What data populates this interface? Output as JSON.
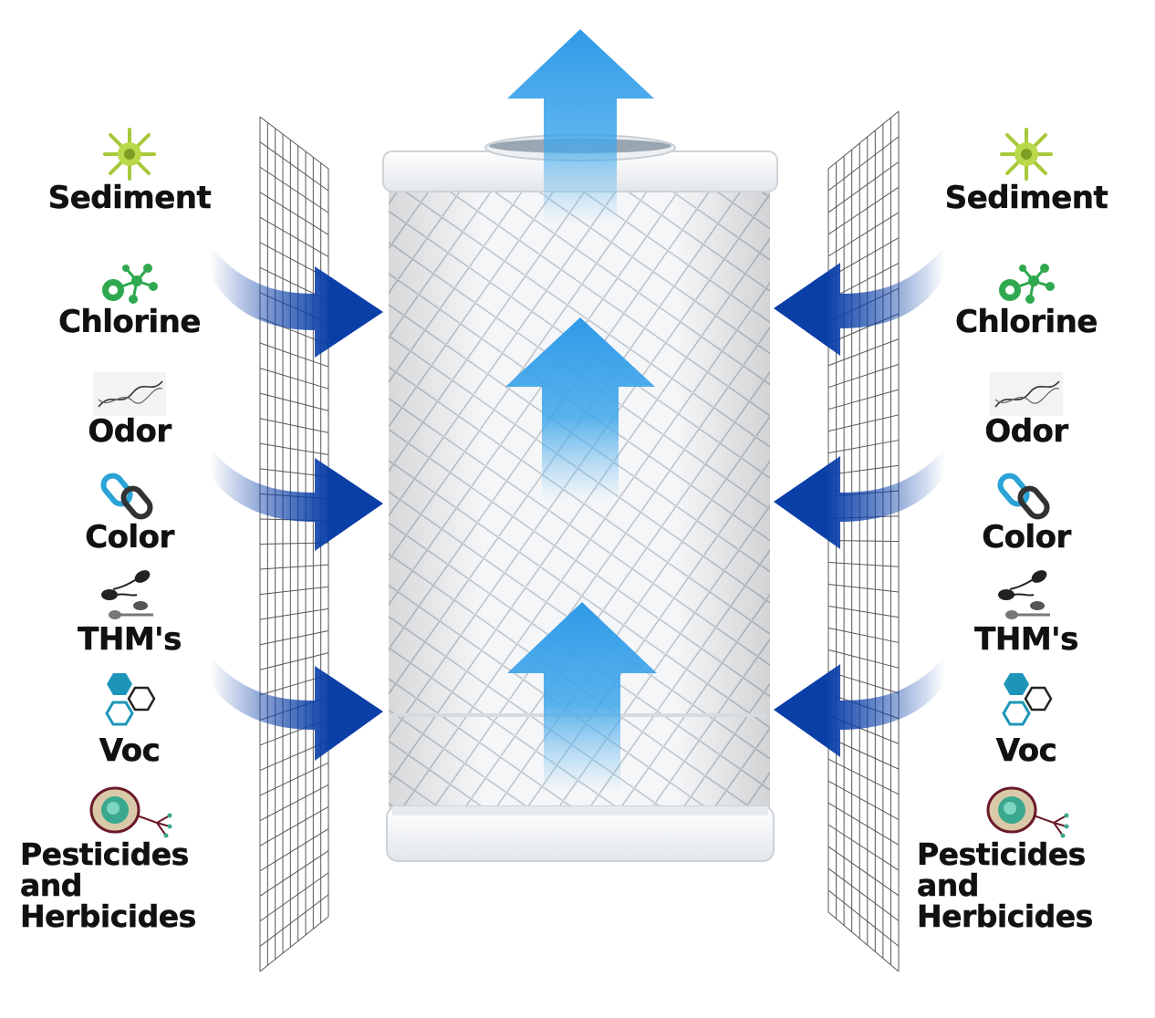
{
  "contaminants": [
    {
      "label": "Sediment",
      "icon": "sediment-germ-icon",
      "color": "#a7c93a"
    },
    {
      "label": "Chlorine",
      "icon": "chlorine-molecule-icon",
      "color": "#2fa84f"
    },
    {
      "label": "Odor",
      "icon": "odor-dna-icon",
      "color": "#333333"
    },
    {
      "label": "Color",
      "icon": "color-chain-link-icon",
      "color": "#2aa3d6"
    },
    {
      "label": "THM's",
      "icon": "thm-sperm-shapes-icon",
      "color": "#333333"
    },
    {
      "label": "Voc",
      "icon": "voc-hexagons-icon",
      "color": "#1e95b8"
    },
    {
      "label": "Pesticides and Herbicides",
      "line1": "Pesticides and",
      "line2": "Herbicides",
      "icon": "pesticide-cell-icon",
      "color": "#3aa88e"
    }
  ],
  "colors": {
    "inflow_arrow": "#0a3fa8",
    "upflow_arrow": "#3ea6ea",
    "filter_body": "#f0f2f5",
    "mesh_line": "#444444"
  }
}
